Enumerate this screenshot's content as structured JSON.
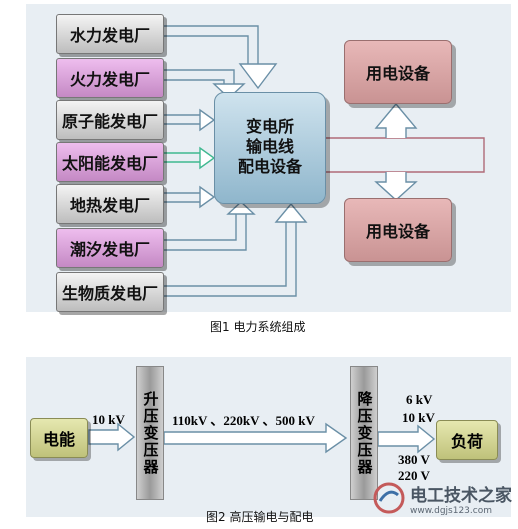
{
  "figure1": {
    "plants": [
      {
        "label": "水力发电厂",
        "color": "gray"
      },
      {
        "label": "火力发电厂",
        "color": "purple"
      },
      {
        "label": "原子能发电厂",
        "color": "gray"
      },
      {
        "label": "太阳能发电厂",
        "color": "purple"
      },
      {
        "label": "地热发电厂",
        "color": "gray"
      },
      {
        "label": "潮汐发电厂",
        "color": "purple"
      },
      {
        "label": "生物质发电厂",
        "color": "gray"
      }
    ],
    "central": {
      "line1": "变电所",
      "line2": "输电线",
      "line3": "配电设备"
    },
    "device_top": "用电设备",
    "device_bottom": "用电设备",
    "caption": "图1 电力系统组成"
  },
  "figure2": {
    "source": "电能",
    "v_source": "10 kV",
    "step_up": "升压变压器",
    "v_transmission": "110kV 、220kV 、500 kV",
    "step_down": "降压变压器",
    "v_out_1": "6 kV",
    "v_out_2": "10 kV",
    "v_out_3": "380 V",
    "v_out_4": "220 V",
    "load": "负荷",
    "caption": "图2 高压输电与配电"
  },
  "watermark": {
    "text": "电工技术之家",
    "url": "www.dgjs123.com"
  },
  "colors": {
    "panel": "#e8eef3",
    "plant_gray": "#d6d6d6",
    "plant_purple": "#dba3db",
    "central": "#a9c8da",
    "device": "#d9a6a6",
    "arrow_stroke": "#6a8fa6",
    "solar_arrow": "#3fb890"
  }
}
